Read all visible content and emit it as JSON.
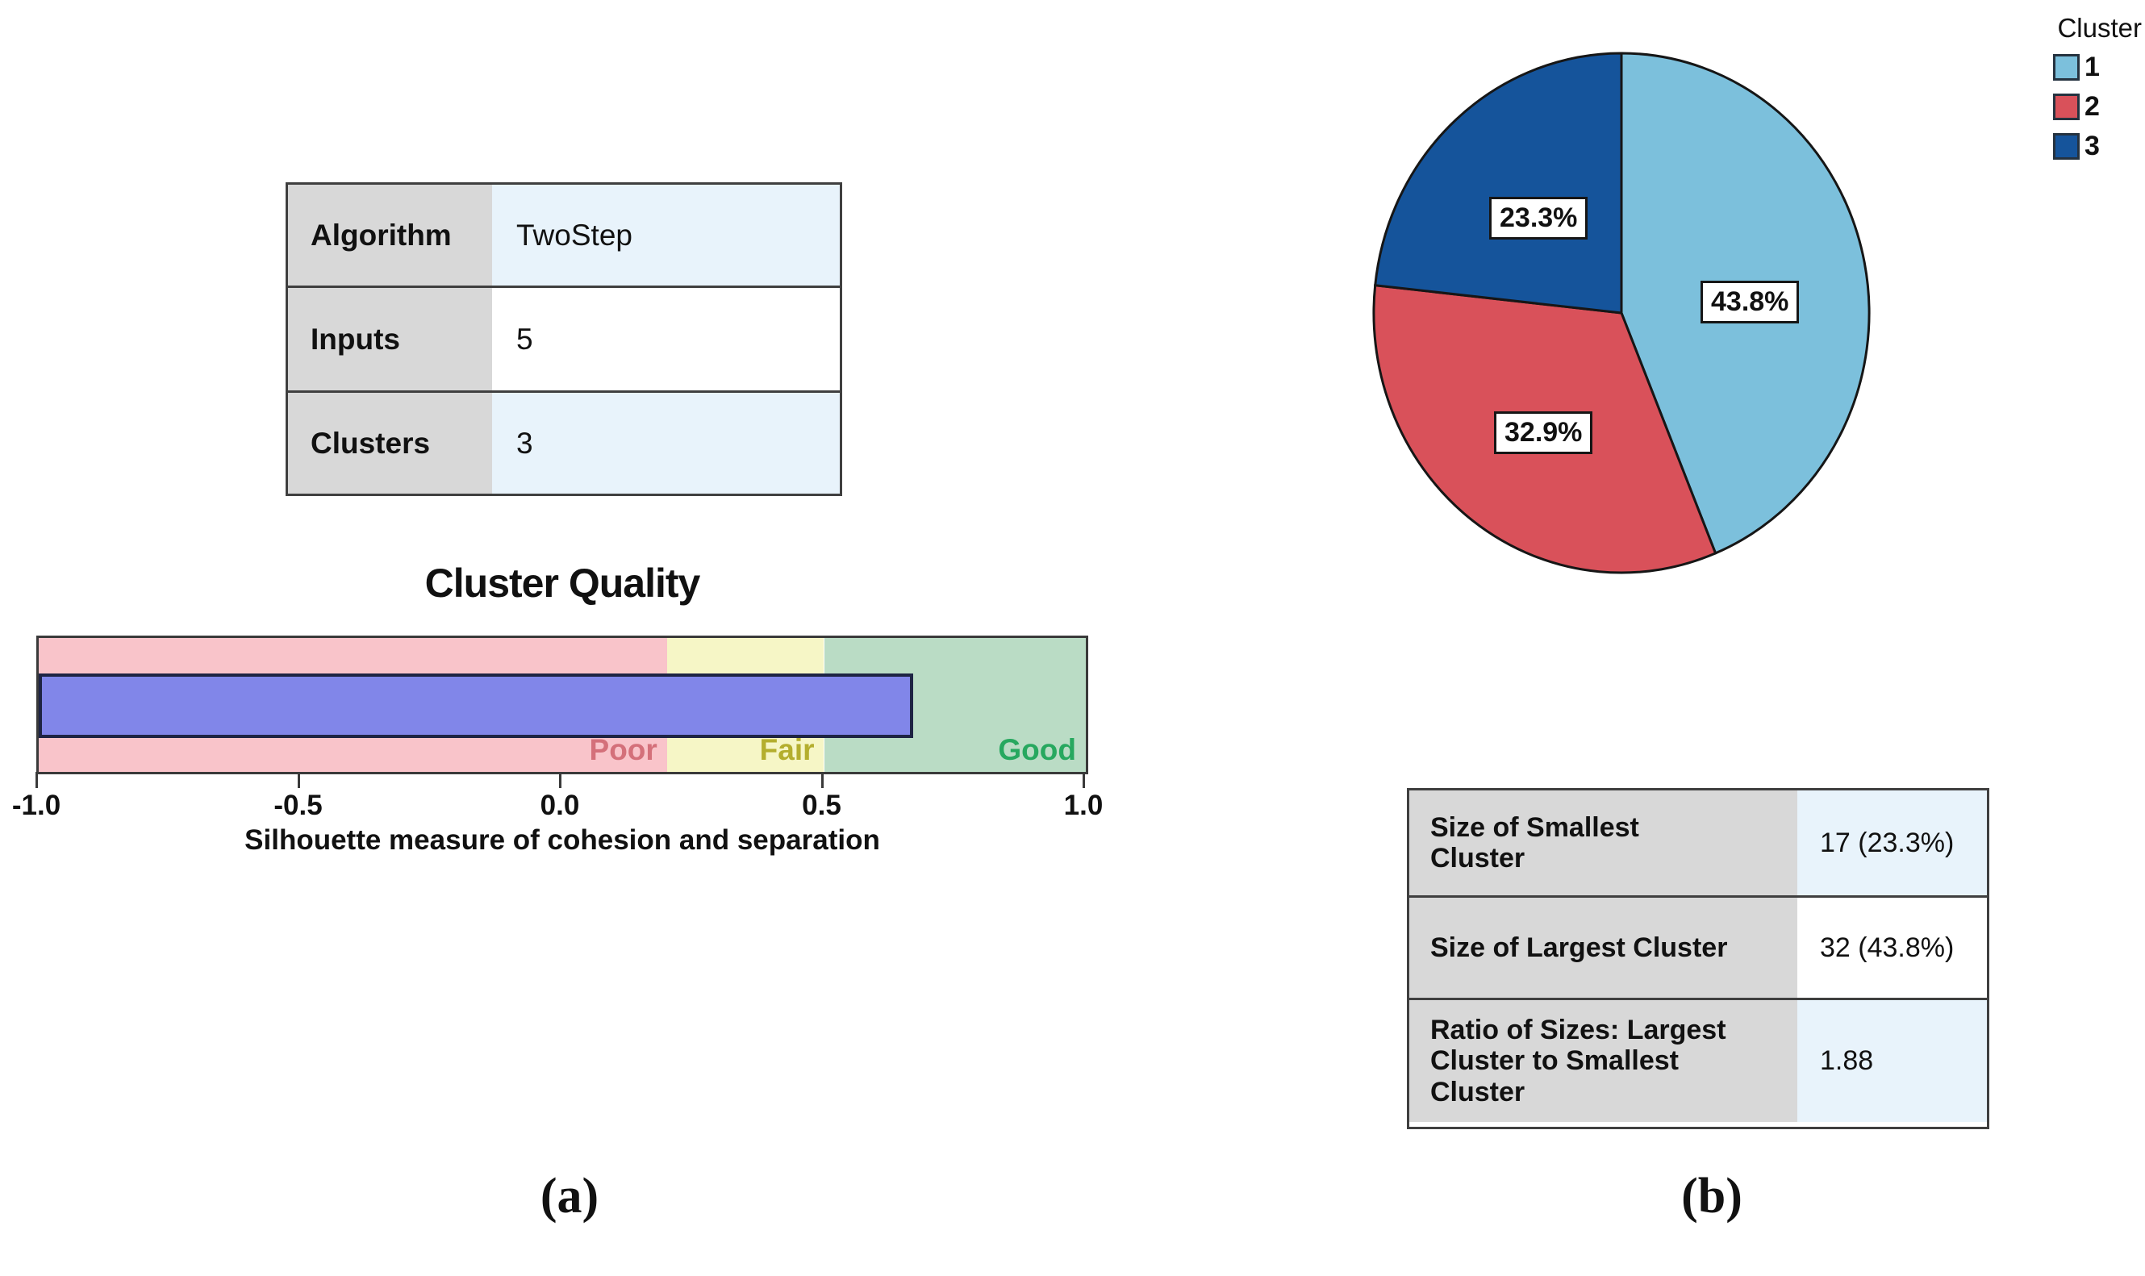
{
  "info_table": {
    "rows": [
      {
        "label": "Algorithm",
        "value": "TwoStep"
      },
      {
        "label": "Inputs",
        "value": "5"
      },
      {
        "label": "Clusters",
        "value": "3"
      }
    ]
  },
  "chart_data": [
    {
      "type": "bar",
      "title": "Cluster Quality",
      "xlabel": "Silhouette measure of cohesion and separation",
      "xlim": [
        -1.0,
        1.0
      ],
      "xticks": [
        -1.0,
        -0.5,
        0.0,
        0.5,
        1.0
      ],
      "tick_labels": [
        "-1.0",
        "-0.5",
        "0.0",
        "0.5",
        "1.0"
      ],
      "bar_start": -1.0,
      "bar_value": 0.67,
      "bar_color": "#8186e9",
      "zones": [
        {
          "label": "Poor",
          "from": -1.0,
          "to": 0.2,
          "fill": "#f9c4ca",
          "text_color": "#d4707a"
        },
        {
          "label": "Fair",
          "from": 0.2,
          "to": 0.5,
          "fill": "#f6f6c6",
          "text_color": "#b4ae2e"
        },
        {
          "label": "Good",
          "from": 0.5,
          "to": 1.0,
          "fill": "#badcc5",
          "text_color": "#27a85f"
        }
      ],
      "grid": false
    },
    {
      "type": "pie",
      "legend_title": "Cluster",
      "legend_position": "top-right",
      "categories": [
        "1",
        "2",
        "3"
      ],
      "values": [
        43.8,
        32.9,
        23.3
      ],
      "slice_labels": [
        "43.8%",
        "32.9%",
        "23.3%"
      ],
      "colors": [
        "#7cc0dc",
        "#d9515a",
        "#15549b"
      ],
      "start_angle_deg": 0,
      "direction": "clockwise"
    }
  ],
  "size_table": {
    "rows": [
      {
        "label": "Size of Smallest Cluster",
        "value": "17 (23.3%)"
      },
      {
        "label": "Size of Largest Cluster",
        "value": "32 (43.8%)"
      },
      {
        "label": "Ratio of Sizes: Largest Cluster to Smallest Cluster",
        "value": "1.88"
      }
    ]
  },
  "captions": {
    "a": "(a)",
    "b": "(b)"
  }
}
